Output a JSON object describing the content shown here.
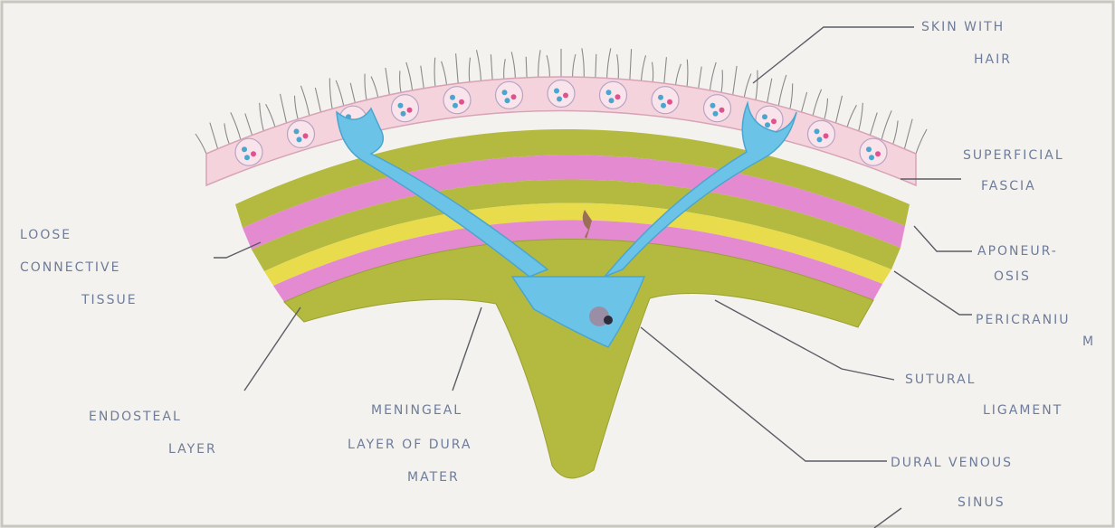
{
  "labels": {
    "skin_with_hair": [
      "SKIN WITH",
      "HAIR"
    ],
    "superficial_fascia": [
      "SUPERFICIAL",
      "FASCIA"
    ],
    "aponeurosis": [
      "APONEUR-",
      "OSIS"
    ],
    "pericranium": [
      "PERICRANIU",
      "M"
    ],
    "sutural_ligament": [
      "SUTURAL",
      "LIGAMENT"
    ],
    "dural_venous_sinus": [
      "DURAL VENOUS",
      "SINUS"
    ],
    "loose_connective_tissue": [
      "LOOSE",
      "CONNECTIVE",
      "TISSUE"
    ],
    "endosteal_layer": [
      "ENDOSTEAL",
      "LAYER"
    ],
    "meningeal_layer": [
      "MENINGEAL",
      "LAYER OF DURA",
      "MATER"
    ]
  },
  "colors": {
    "paper": "#f4f2ee",
    "skin": "#f4d3dc",
    "olive": "#b3ba3f",
    "pink": "#e48ad0",
    "yellow": "#e9dc4c",
    "vein_blue": "#6cc3e8",
    "hair": "#8a8a8a",
    "label_text": "#6e7c9a"
  }
}
